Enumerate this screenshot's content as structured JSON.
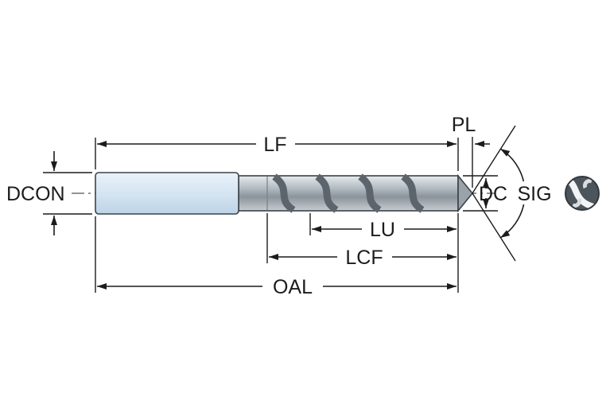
{
  "diagram": {
    "type": "drill-dimension-diagram",
    "labels": {
      "lf": "LF",
      "pl": "PL",
      "dcon": "DCON",
      "dc": "DC",
      "sig": "SIG",
      "lu": "LU",
      "lcf": "LCF",
      "oal": "OAL"
    },
    "colors": {
      "shank_fill": "#d7e6f4",
      "body_fill": "#a9b2b9",
      "line": "#1c1c1c",
      "background": "#ffffff"
    }
  }
}
